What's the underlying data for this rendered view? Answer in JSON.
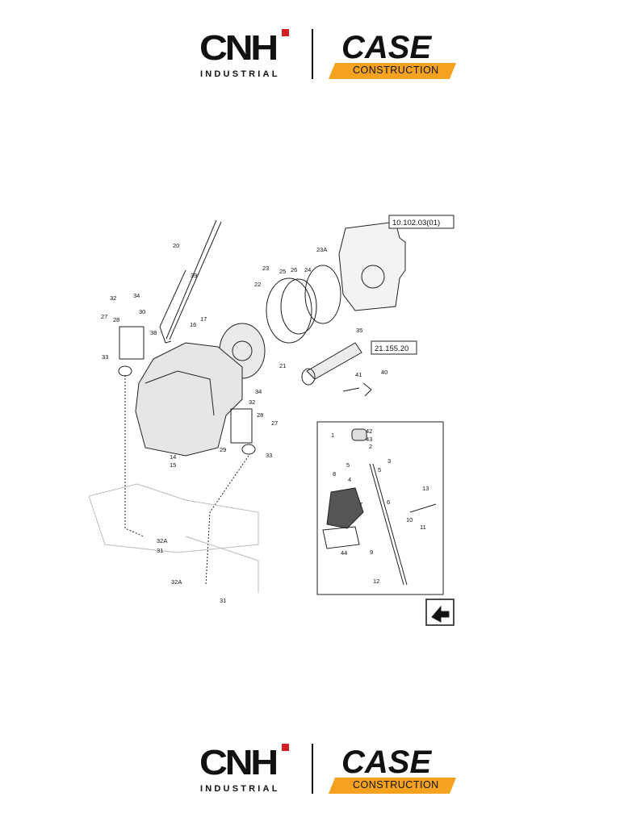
{
  "brand": {
    "cnh_word": "CNH",
    "cnh_sub": "INDUSTRIAL",
    "case_word": "CASE",
    "case_sub": "CONSTRUCTION"
  },
  "references": {
    "engine_ref": "10.102.03(01)",
    "shaft_ref": "21.155.20"
  },
  "callouts": [
    "20",
    "39",
    "32",
    "34",
    "30",
    "27",
    "28",
    "38",
    "16",
    "17",
    "33",
    "22",
    "23",
    "25",
    "26",
    "24",
    "23A",
    "21",
    "35",
    "41",
    "40",
    "34b",
    "32b",
    "28b",
    "27b",
    "29",
    "14",
    "15",
    "33b",
    "32A",
    "31",
    "32Ab",
    "31b",
    "1",
    "42",
    "43",
    "2",
    "3",
    "5",
    "5b",
    "4",
    "8",
    "7",
    "6",
    "13",
    "10",
    "11",
    "44",
    "9",
    "12"
  ]
}
